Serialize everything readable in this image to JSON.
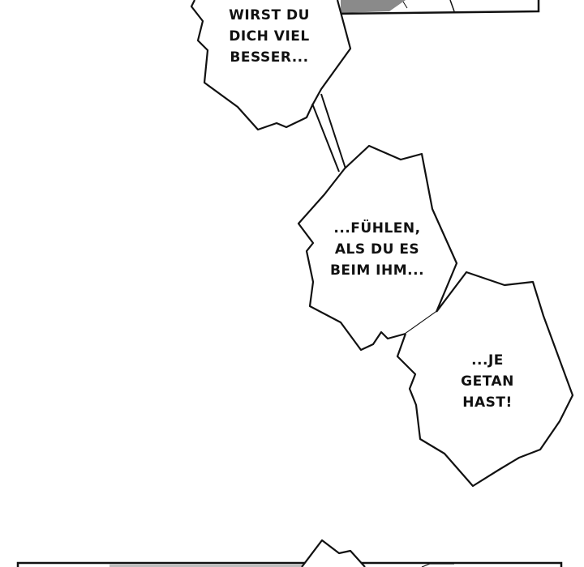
{
  "colors": {
    "ink": "#111111",
    "paper": "#ffffff",
    "tone": "#8a8a8a"
  },
  "bubbles": [
    {
      "lines": [
        "WIRST DU",
        "DICH VIEL",
        "BESSER..."
      ]
    },
    {
      "lines": [
        "...FÜHLEN,",
        "ALS DU ES",
        "BEIM IHM..."
      ]
    },
    {
      "lines": [
        "...JE",
        "GETAN",
        "HAST!"
      ]
    }
  ]
}
